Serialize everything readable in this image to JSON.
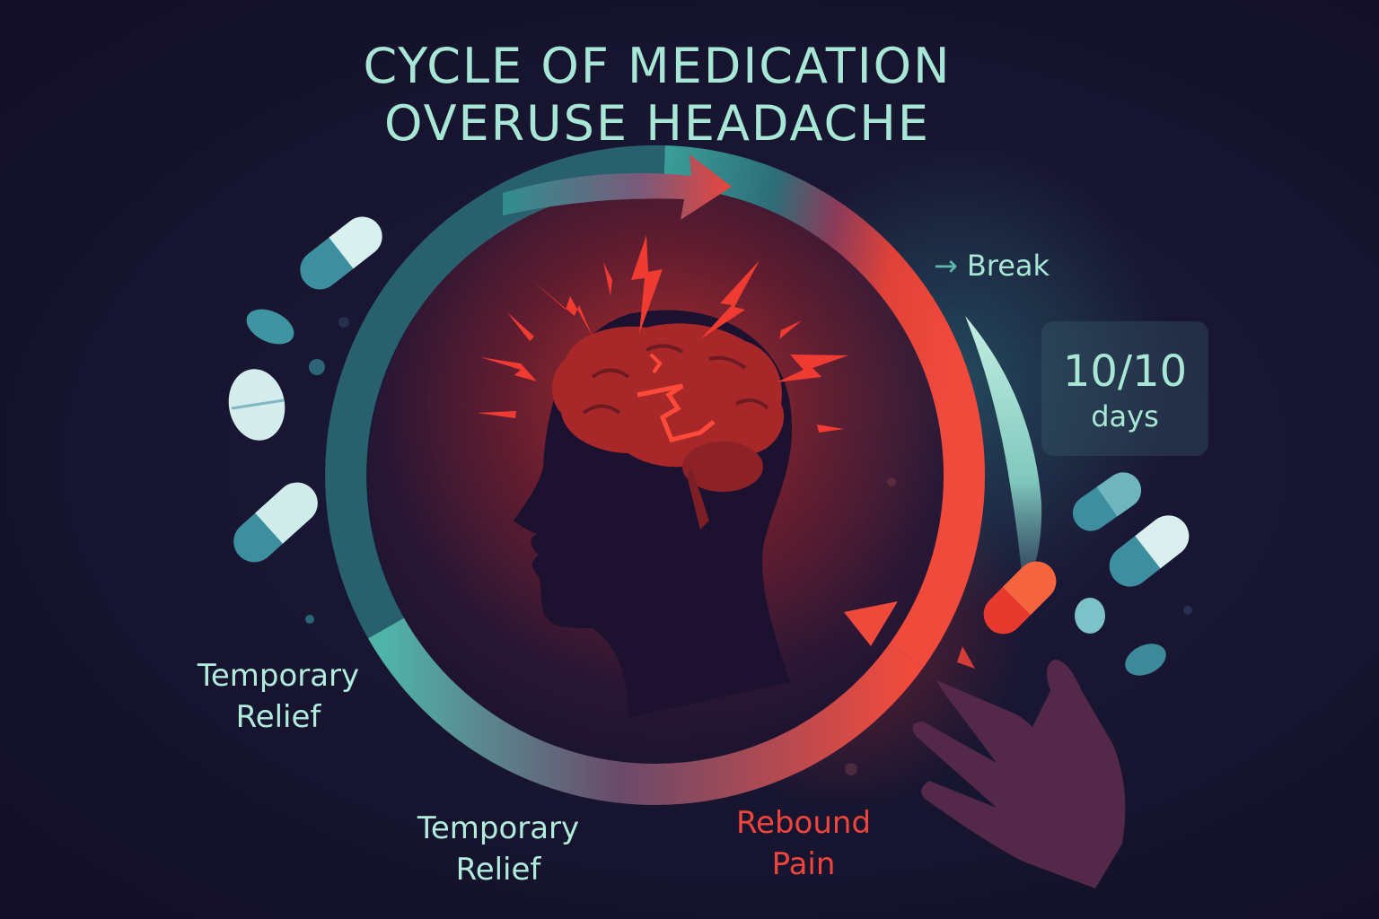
{
  "title": {
    "line1": "CYCLE OF MEDICATION",
    "line2": "OVERUSE HEADACHE"
  },
  "labels": {
    "left_relief": {
      "line1": "Temporary",
      "line2": "Relief"
    },
    "bottom_relief": {
      "line1": "Temporary",
      "line2": "Relief"
    },
    "rebound": {
      "line1": "Rebound",
      "line2": "Pain"
    },
    "break": {
      "arrow": "→",
      "text": "Break"
    }
  },
  "days_card": {
    "value": "10/10",
    "unit": "days"
  },
  "icons": [
    "capsule-icon",
    "tablet-icon",
    "head-silhouette-icon",
    "brain-icon",
    "lightning-bolt-icon",
    "hand-icon",
    "cycle-arrow-icon"
  ],
  "colors": {
    "background": "#16142e",
    "teal": "#3f9c98",
    "teal_light": "#a8e6d5",
    "red": "#f0453c",
    "brain": "#a8282a",
    "hand": "#5a2c4c",
    "card": "#263e52"
  }
}
